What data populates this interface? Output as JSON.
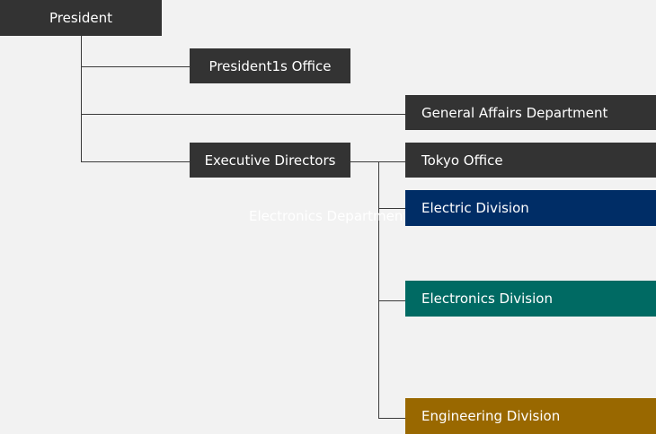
{
  "nodes": {
    "president": {
      "label": "President",
      "color": "#333333"
    },
    "presidents_office": {
      "label": "President1s Office",
      "color": "#333333"
    },
    "general_affairs": {
      "label": "General Affairs Department",
      "color": "#333333"
    },
    "executive_directors": {
      "label": "Executive Directors",
      "color": "#333333"
    },
    "tokyo_office": {
      "label": "Tokyo Office",
      "color": "#333333"
    },
    "electric_division": {
      "label": "Electric Division",
      "color": "#002d66"
    },
    "electronics_division": {
      "label": "Electronics Division",
      "color": "#006a63"
    },
    "engineering_division": {
      "label": "Engineering Division",
      "color": "#996800"
    }
  },
  "ghost_label": "Electronics Department"
}
